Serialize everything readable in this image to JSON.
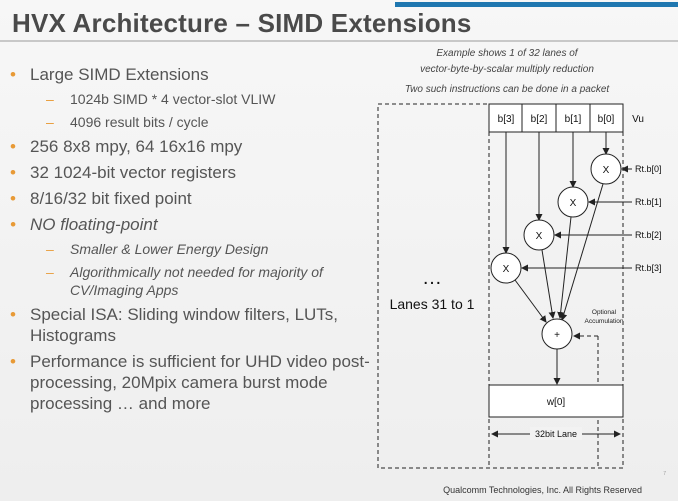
{
  "slide": {
    "title": "HVX Architecture – SIMD Extensions",
    "footer": "Qualcomm Technologies, Inc. All Rights Reserved",
    "page_number": "7"
  },
  "bullets": [
    {
      "text": "Large SIMD Extensions",
      "level": 1,
      "italic": false
    },
    {
      "text": "1024b SIMD * 4 vector-slot VLIW",
      "level": 2,
      "italic": false
    },
    {
      "text": "4096 result bits / cycle",
      "level": 2,
      "italic": false
    },
    {
      "text": "256 8x8 mpy, 64 16x16 mpy",
      "level": 1,
      "italic": false
    },
    {
      "text": "32 1024-bit vector registers",
      "level": 1,
      "italic": false
    },
    {
      "text": "8/16/32 bit fixed point",
      "level": 1,
      "italic": false
    },
    {
      "text": "NO floating-point",
      "level": 1,
      "italic": true
    },
    {
      "text": "Smaller & Lower Energy Design",
      "level": 2,
      "italic": true
    },
    {
      "text": "Algorithmically not needed for majority of CV/Imaging Apps",
      "level": 2,
      "italic": true
    },
    {
      "text": "Special ISA: Sliding window filters, LUTs, Histograms",
      "level": 1,
      "italic": false
    },
    {
      "text": "Performance is sufficient for UHD video post-processing, 20Mpix camera burst mode processing … and more",
      "level": 1,
      "italic": false
    }
  ],
  "diagram": {
    "caption_line1": "Example shows 1 of 32 lanes of",
    "caption_line2": "vector-byte-by-scalar multiply reduction",
    "caption_line3": "Two such instructions can be done in a packet",
    "lanes_dots": "…",
    "lanes_label": "Lanes 31 to 1",
    "register_cells": [
      "b[3]",
      "b[2]",
      "b[1]",
      "b[0]"
    ],
    "register_name": "Vu",
    "multiply_symbol": "X",
    "scalar_inputs": [
      "Rt.b[0]",
      "Rt.b[1]",
      "Rt.b[2]",
      "Rt.b[3]"
    ],
    "adder_symbol": "+",
    "optional_line1": "Optional",
    "optional_line2": "Accumulation",
    "output_label": "w[0]",
    "lane_width_label": "32bit Lane"
  }
}
